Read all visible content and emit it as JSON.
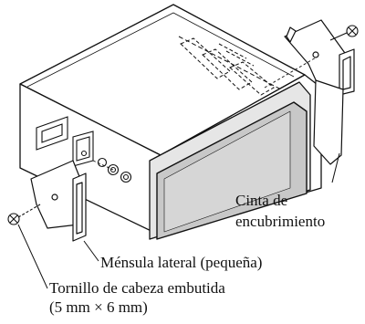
{
  "labels": {
    "masking_tape": [
      "Cinta de",
      "encubrimiento"
    ],
    "side_bracket": "Ménsula lateral (pequeña)",
    "screw": [
      "Tornillo de cabeza embutida",
      "(5 mm × 6 mm)"
    ]
  }
}
